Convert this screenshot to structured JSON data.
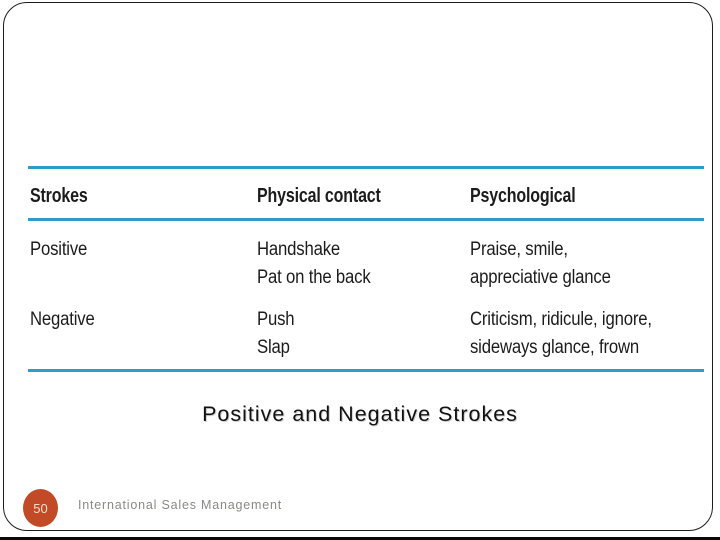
{
  "slide": {
    "caption": "Positive and Negative Strokes",
    "page_number": "50",
    "footer_text": "International Sales Management"
  },
  "table": {
    "headers": [
      "Strokes",
      "Physical contact",
      "Psychological"
    ],
    "rows": [
      {
        "stroke": "Positive",
        "physical_contact": [
          "Handshake",
          "Pat on the back"
        ],
        "psychological": [
          "Praise, smile,",
          "appreciative glance"
        ]
      },
      {
        "stroke": "Negative",
        "physical_contact": [
          "Push",
          "Slap"
        ],
        "psychological": [
          "Criticism, ridicule, ignore,",
          "sideways glance, frown"
        ]
      }
    ]
  },
  "colors": {
    "table_rule_blue": "#2d9dc7",
    "page_badge_orange": "#c24a26",
    "footer_gray": "#8a8a84",
    "slide_border": "#1c1c1c"
  }
}
